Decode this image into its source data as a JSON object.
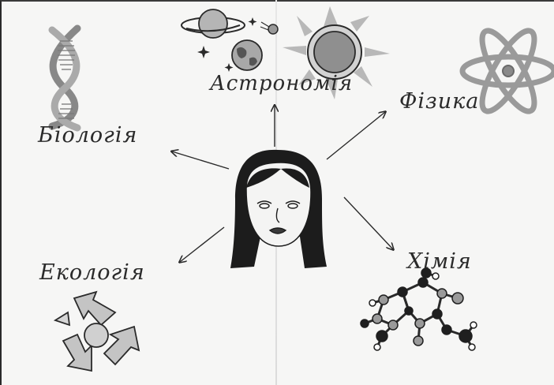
{
  "labels": {
    "biology": "Біологія",
    "astronomy": "Астрономія",
    "physics": "Фізика",
    "ecology": "Екологія",
    "chemistry": "Хімія"
  },
  "icons": {
    "biology": "dna-helix-icon",
    "astronomy": "planets-and-sun-icon",
    "physics": "atom-icon",
    "ecology": "recycle-icon",
    "chemistry": "molecule-icon"
  },
  "colors": {
    "paper": "#f6f6f5",
    "ink": "#2a2a2a",
    "grey_fill": "#9a9a9a",
    "hair": "#1f1f1f"
  }
}
